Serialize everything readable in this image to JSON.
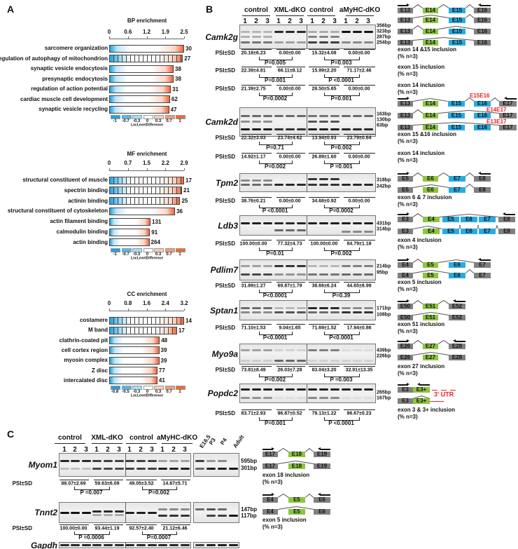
{
  "panel_labels": {
    "a": "A",
    "b": "B",
    "c": "C"
  },
  "colors": {
    "constitutive_exon": "#808080",
    "alt_exon_green": "#8cc63f",
    "alt_exon_blue": "#29abe2",
    "junction_label": "#ee2222",
    "neg": "#1fa3e0",
    "pos": "#f0643a"
  },
  "chart_data": [
    {
      "type": "bar",
      "orientation": "horizontal",
      "title": "BP enrichment",
      "xlim": [
        0,
        2.5
      ],
      "xticks": [
        "0",
        "0.6",
        "1.2",
        "1.9",
        "2.5"
      ],
      "categories": [
        "sarcomere organization",
        "regulation of autophagy of mitochondrion",
        "synaptic vesicle endocytosis",
        "presynaptic endocytosis",
        "regulation of action potential",
        "cardiac muscle cell development",
        "synaptic vesicle recycling"
      ],
      "values": [
        2.5,
        2.46,
        2.15,
        2.15,
        2.06,
        2.03,
        2.0
      ],
      "counts": [
        "30",
        "27",
        "38",
        "38",
        "31",
        "62",
        "47"
      ],
      "legend": {
        "ticks": [
          "-1",
          "-0.7",
          "-0.3",
          "0",
          "0.3",
          "0.7",
          "1"
        ],
        "title": "LncLevelDifference"
      }
    },
    {
      "type": "bar",
      "orientation": "horizontal",
      "title": "MF enrichment",
      "xlim": [
        0,
        2.9
      ],
      "xticks": [
        "0",
        "0.7",
        "1.5",
        "2.2",
        "2.9"
      ],
      "categories": [
        "structural constituent of muscle",
        "spectrin binding",
        "actinin binding",
        "structural constituent of cytoskeleton",
        "actin filament binding",
        "calmodulin binding",
        "actin binding"
      ],
      "values": [
        2.9,
        2.82,
        2.75,
        2.55,
        1.6,
        1.58,
        1.56
      ],
      "counts": [
        "17",
        "21",
        "25",
        "36",
        "131",
        "91",
        "264"
      ],
      "legend": {
        "ticks": [
          "-1",
          "-0.7",
          "-0.3",
          "0",
          "0.3",
          "0.7",
          "1"
        ],
        "title": "LncLevelDifference"
      }
    },
    {
      "type": "bar",
      "orientation": "horizontal",
      "title": "CC enrichment",
      "xlim": [
        0,
        3.2
      ],
      "xticks": [
        "0",
        "0.8",
        "1.6",
        "2.4",
        "3.2"
      ],
      "categories": [
        "costamere",
        "M band",
        "clathrin-coated pit",
        "cell cortex region",
        "myosin complex",
        "Z disc",
        "intercalated disc"
      ],
      "values": [
        3.2,
        2.9,
        2.16,
        2.14,
        2.14,
        2.06,
        2.06
      ],
      "counts": [
        "14",
        "17",
        "48",
        "39",
        "39",
        "77",
        "41"
      ],
      "legend": {
        "ticks": [
          "-0.8",
          "-0.5",
          "-0.3",
          "0",
          "0.3",
          "0.7",
          "1"
        ],
        "title": "LncLevelDifference"
      }
    }
  ],
  "panel_b": {
    "groups": [
      "control",
      "XML-dKO",
      "control",
      "aMyHC-dKO"
    ],
    "lanes": [
      "1",
      "2",
      "3",
      "1",
      "2",
      "3",
      "1",
      "2",
      "3",
      "1",
      "2",
      "3"
    ],
    "psi_label": "PSI±SD",
    "genes": [
      {
        "name": "Camk2g",
        "bp": [
          "356bp",
          "323bp",
          "287bp",
          "254bp"
        ],
        "measurements": [
          {
            "values": [
              "20.18±6.23",
              "0.00±0.00",
              "15.32±4.08",
              "0.00±0.00"
            ],
            "p": [
              "P=0.005",
              "P=0.003"
            ],
            "caption": [
              "exon 14 &15 inclusion",
              "(% n=3)"
            ]
          },
          {
            "values": [
              "22.39±4.81",
              "66.11±8.12",
              "15.99±2.20",
              "71.17±2.46"
            ],
            "p": [
              "P=0.001",
              "P <0.0001"
            ],
            "caption": [
              "exon 15 inclusion",
              "(% n=3)"
            ]
          },
          {
            "values": [
              "21.39±2.75",
              "0.00±0.00",
              "28.50±5.65",
              "0.00±0.00"
            ],
            "p": [
              "P=0.0002",
              "P=0.001"
            ],
            "caption": [
              "exon 14 inclusion",
              "(% n=3)"
            ]
          }
        ],
        "exons": [
          [
            "E13",
            "c"
          ],
          [
            "E14",
            "g"
          ],
          [
            "E15",
            "b"
          ],
          [
            "E16",
            "c"
          ]
        ],
        "notes": []
      },
      {
        "name": "Camk2d",
        "bp": [
          "163bp",
          "130bp",
          "63bp"
        ],
        "measurements": [
          {
            "values": [
              "22.32±3.93",
              "23.74±4.62",
              "13.94±0.93",
              "23.79±0.64"
            ],
            "p": [
              "P=0.71",
              "P=0.002"
            ],
            "caption": [
              "exon 15 &16 inclusion",
              "(% n=3)"
            ]
          },
          {
            "values": [
              "14.92±1.17",
              "0.00±0.00",
              "26.89±1.60",
              "0.00±0.00"
            ],
            "p": [
              "P=0.002",
              "P =0.001"
            ],
            "caption": [
              "exon 14 inclusion",
              "(% n=3)"
            ]
          }
        ],
        "exons": [
          [
            "E13",
            "c"
          ],
          [
            "E14",
            "g"
          ],
          [
            "E15",
            "b"
          ],
          [
            "E16",
            "b"
          ],
          [
            "E17",
            "c"
          ]
        ],
        "notes": [
          "E15E16",
          "E14E17",
          "E13E17"
        ]
      },
      {
        "name": "Tpm2",
        "bp": [
          "318bp",
          "242bp"
        ],
        "measurements": [
          {
            "values": [
              "38.76±0.21",
              "0.00±0.00",
              "34.68±0.92",
              "0.00±0.00"
            ],
            "p": [
              "P <0.0001",
              "P=0.0002"
            ],
            "caption": [
              "exon 6 & 7 inclusion",
              "(% n=3)"
            ]
          }
        ],
        "exons": [
          [
            "E5",
            "c"
          ],
          [
            "E6",
            "g"
          ],
          [
            "E7",
            "b"
          ],
          [
            "E8",
            "c"
          ]
        ],
        "notes": []
      },
      {
        "name": "Ldb3",
        "bp": [
          "431bp",
          "314bp"
        ],
        "measurements": [
          {
            "values": [
              "100.00±0.00",
              "77.32±4.73",
              "100.00±0.00",
              "84.79±1.18"
            ],
            "p": [
              "P=0.01",
              "P=0.002"
            ],
            "caption": [
              "exon 4 inclusion",
              "(% n=3)"
            ]
          }
        ],
        "exons": [
          [
            "E3",
            "c"
          ],
          [
            "E4",
            "g"
          ],
          [
            "E5",
            "b"
          ],
          [
            "E6",
            "b"
          ],
          [
            "E7",
            "b"
          ],
          [
            "E8",
            "c"
          ]
        ],
        "notes": []
      },
      {
        "name": "Pdlim7",
        "bp": [
          "214bp",
          "95bp"
        ],
        "measurements": [
          {
            "values": [
              "31.89±1.27",
              "69.87±1.79",
              "38.66±6.24",
              "44.65±8.99"
            ],
            "p": [
              "P<0.0001",
              "P=0.39"
            ],
            "caption": [
              "exon 5 inclusion",
              "(% n=3)"
            ]
          }
        ],
        "exons": [
          [
            "E4",
            "c"
          ],
          [
            "E5",
            "g"
          ],
          [
            "E6",
            "b"
          ],
          [
            "E7",
            "c"
          ]
        ],
        "notes": []
      },
      {
        "name": "Sptan1",
        "bp": [
          "171bp",
          "108bp"
        ],
        "measurements": [
          {
            "values": [
              "71.10±1.53",
              "9.04±1.65",
              "71.69±1.52",
              "17.94±0.86"
            ],
            "p": [
              "P<0.0001",
              "P<0.0001"
            ],
            "caption": [
              "exon 51 inclusion",
              "(% n=3)"
            ]
          }
        ],
        "exons": [
          [
            "E50",
            "c"
          ],
          [
            "E51",
            "g"
          ],
          [
            "E52",
            "c"
          ]
        ],
        "notes": []
      },
      {
        "name": "Myo9a",
        "bp": [
          "439bp",
          "226bp"
        ],
        "measurements": [
          {
            "values": [
              "73.81±8.49",
              "26.03±7.28",
              "83.04±3.20",
              "32.91±13.35"
            ],
            "p": [
              "P=0.002",
              "P =0.003"
            ],
            "caption": [
              "exon 27 inclusion",
              "(% n=3)"
            ]
          }
        ],
        "exons": [
          [
            "E26",
            "c"
          ],
          [
            "E27",
            "g"
          ],
          [
            "E28",
            "c"
          ]
        ],
        "notes": []
      },
      {
        "name": "Popdc2",
        "bp": [
          "265bp",
          "167bp"
        ],
        "measurements": [
          {
            "values": [
              "83.71±2.93",
              "96.87±0.52",
              "79.13±1.22",
              "96.67±0.23"
            ],
            "p": [
              "P=0.001",
              "P <0.0001"
            ],
            "caption": [
              "exon 3 & 3+ inclusion",
              "(% n=3)"
            ]
          }
        ],
        "exons": [
          [
            "E3",
            "c"
          ],
          [
            "E3+",
            "g"
          ]
        ],
        "notes": [
          "3' UTR"
        ]
      }
    ]
  },
  "panel_c": {
    "groups": [
      "control",
      "XML-dKO",
      "control",
      "aMyHC-dKO"
    ],
    "lanes": [
      "1",
      "2",
      "3",
      "1",
      "2",
      "3",
      "1",
      "2",
      "3",
      "1",
      "2",
      "3"
    ],
    "dev_lanes": [
      "E16.5",
      "P3",
      "P4",
      "Adult"
    ],
    "psi_label": "PSI±SD",
    "genes": [
      {
        "name": "Myom1",
        "bp": [
          "595bp",
          "301bp"
        ],
        "values": [
          "88.07±2.69",
          "59.63±6.09",
          "49.05±3.52",
          "14.87±5.71"
        ],
        "p": [
          "P =0.007",
          "P=0.002"
        ],
        "exons": [
          [
            "E17",
            "c"
          ],
          [
            "E18",
            "g"
          ],
          [
            "E19",
            "c"
          ]
        ],
        "caption": [
          "exon 18 inclusion",
          "(% n=3)"
        ]
      },
      {
        "name": "Tnnt2",
        "bp": [
          "147bp",
          "117bp"
        ],
        "values": [
          "100.00±0.00",
          "93.44±1.19",
          "92.57±2.40",
          "21.12±6.46"
        ],
        "p": [
          "P =0.0006",
          "P=0.0007"
        ],
        "exons": [
          [
            "E4",
            "c"
          ],
          [
            "E5",
            "g"
          ],
          [
            "E6",
            "c"
          ]
        ],
        "caption": [
          "exon 5 inclusion",
          "(% n=3)"
        ]
      },
      {
        "name": "Gapdh"
      }
    ]
  }
}
